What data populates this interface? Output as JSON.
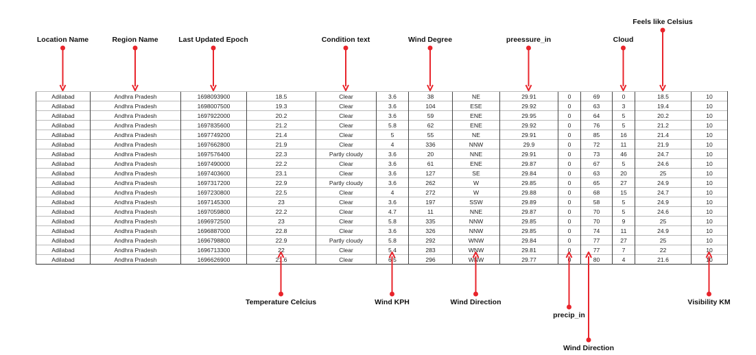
{
  "colors": {
    "arrow": "#e8242b",
    "text": "#111111",
    "grid": "#444444"
  },
  "callouts": [
    {
      "id": "location-name",
      "label": "Location Name",
      "col": 0,
      "position": "top"
    },
    {
      "id": "region-name",
      "label": "Region Name",
      "col": 1,
      "position": "top"
    },
    {
      "id": "last-updated-epoch",
      "label": "Last Updated Epoch",
      "col": 2,
      "position": "top"
    },
    {
      "id": "condition-text",
      "label": "Condition text",
      "col": 4,
      "position": "top"
    },
    {
      "id": "wind-degree",
      "label": "Wind Degree",
      "col": 6,
      "position": "top"
    },
    {
      "id": "preessure-in",
      "label": "preessure_in",
      "col": 8,
      "position": "top"
    },
    {
      "id": "cloud",
      "label": "Cloud",
      "col": 11,
      "position": "top"
    },
    {
      "id": "feels-like-celsius",
      "label": "Feels like Celsius",
      "col": 12,
      "position": "top"
    },
    {
      "id": "temperature-celcius",
      "label": "Temperature Celcius",
      "col": 3,
      "position": "bottom"
    },
    {
      "id": "wind-kph",
      "label": "Wind KPH",
      "col": 5,
      "position": "bottom"
    },
    {
      "id": "wind-direction",
      "label": "Wind Direction",
      "col": 7,
      "position": "bottom"
    },
    {
      "id": "precip-in",
      "label": "precip_in",
      "col": 9,
      "position": "bottom"
    },
    {
      "id": "wind-direction-2",
      "label": "Wind Direction",
      "col": 10,
      "position": "bottom"
    },
    {
      "id": "visibility-km",
      "label": "Visibility KM",
      "col": 13,
      "position": "bottom"
    }
  ],
  "table": {
    "rows": [
      [
        "Adilabad",
        "Andhra Pradesh",
        "1698093900",
        "18.5",
        "Clear",
        "3.6",
        "38",
        "NE",
        "29.91",
        "0",
        "69",
        "0",
        "18.5",
        "10"
      ],
      [
        "Adilabad",
        "Andhra Pradesh",
        "1698007500",
        "19.3",
        "Clear",
        "3.6",
        "104",
        "ESE",
        "29.92",
        "0",
        "63",
        "3",
        "19.4",
        "10"
      ],
      [
        "Adilabad",
        "Andhra Pradesh",
        "1697922000",
        "20.2",
        "Clear",
        "3.6",
        "59",
        "ENE",
        "29.95",
        "0",
        "64",
        "5",
        "20.2",
        "10"
      ],
      [
        "Adilabad",
        "Andhra Pradesh",
        "1697835600",
        "21.2",
        "Clear",
        "5.8",
        "62",
        "ENE",
        "29.92",
        "0",
        "76",
        "5",
        "21.2",
        "10"
      ],
      [
        "Adilabad",
        "Andhra Pradesh",
        "1697749200",
        "21.4",
        "Clear",
        "5",
        "55",
        "NE",
        "29.91",
        "0",
        "85",
        "16",
        "21.4",
        "10"
      ],
      [
        "Adilabad",
        "Andhra Pradesh",
        "1697662800",
        "21.9",
        "Clear",
        "4",
        "336",
        "NNW",
        "29.9",
        "0",
        "72",
        "11",
        "21.9",
        "10"
      ],
      [
        "Adilabad",
        "Andhra Pradesh",
        "1697576400",
        "22.3",
        "Partly cloudy",
        "3.6",
        "20",
        "NNE",
        "29.91",
        "0",
        "73",
        "46",
        "24.7",
        "10"
      ],
      [
        "Adilabad",
        "Andhra Pradesh",
        "1697490000",
        "22.2",
        "Clear",
        "3.6",
        "61",
        "ENE",
        "29.87",
        "0",
        "67",
        "5",
        "24.6",
        "10"
      ],
      [
        "Adilabad",
        "Andhra Pradesh",
        "1697403600",
        "23.1",
        "Clear",
        "3.6",
        "127",
        "SE",
        "29.84",
        "0",
        "63",
        "20",
        "25",
        "10"
      ],
      [
        "Adilabad",
        "Andhra Pradesh",
        "1697317200",
        "22.9",
        "Partly cloudy",
        "3.6",
        "262",
        "W",
        "29.85",
        "0",
        "65",
        "27",
        "24.9",
        "10"
      ],
      [
        "Adilabad",
        "Andhra Pradesh",
        "1697230800",
        "22.5",
        "Clear",
        "4",
        "272",
        "W",
        "29.88",
        "0",
        "68",
        "15",
        "24.7",
        "10"
      ],
      [
        "Adilabad",
        "Andhra Pradesh",
        "1697145300",
        "23",
        "Clear",
        "3.6",
        "197",
        "SSW",
        "29.89",
        "0",
        "58",
        "5",
        "24.9",
        "10"
      ],
      [
        "Adilabad",
        "Andhra Pradesh",
        "1697059800",
        "22.2",
        "Clear",
        "4.7",
        "11",
        "NNE",
        "29.87",
        "0",
        "70",
        "5",
        "24.6",
        "10"
      ],
      [
        "Adilabad",
        "Andhra Pradesh",
        "1696972500",
        "23",
        "Clear",
        "5.8",
        "335",
        "NNW",
        "29.85",
        "0",
        "70",
        "9",
        "25",
        "10"
      ],
      [
        "Adilabad",
        "Andhra Pradesh",
        "1696887000",
        "22.8",
        "Clear",
        "3.6",
        "326",
        "NNW",
        "29.85",
        "0",
        "74",
        "11",
        "24.9",
        "10"
      ],
      [
        "Adilabad",
        "Andhra Pradesh",
        "1696798800",
        "22.9",
        "Partly cloudy",
        "5.8",
        "292",
        "WNW",
        "29.84",
        "0",
        "77",
        "27",
        "25",
        "10"
      ],
      [
        "Adilabad",
        "Andhra Pradesh",
        "1696713300",
        "22",
        "Clear",
        "5.4",
        "283",
        "WNW",
        "29.81",
        "0",
        "77",
        "7",
        "22",
        "10"
      ],
      [
        "Adilabad",
        "Andhra Pradesh",
        "1696626900",
        "21.6",
        "Clear",
        "6.5",
        "296",
        "WNW",
        "29.77",
        "0",
        "80",
        "4",
        "21.6",
        "10"
      ]
    ]
  }
}
